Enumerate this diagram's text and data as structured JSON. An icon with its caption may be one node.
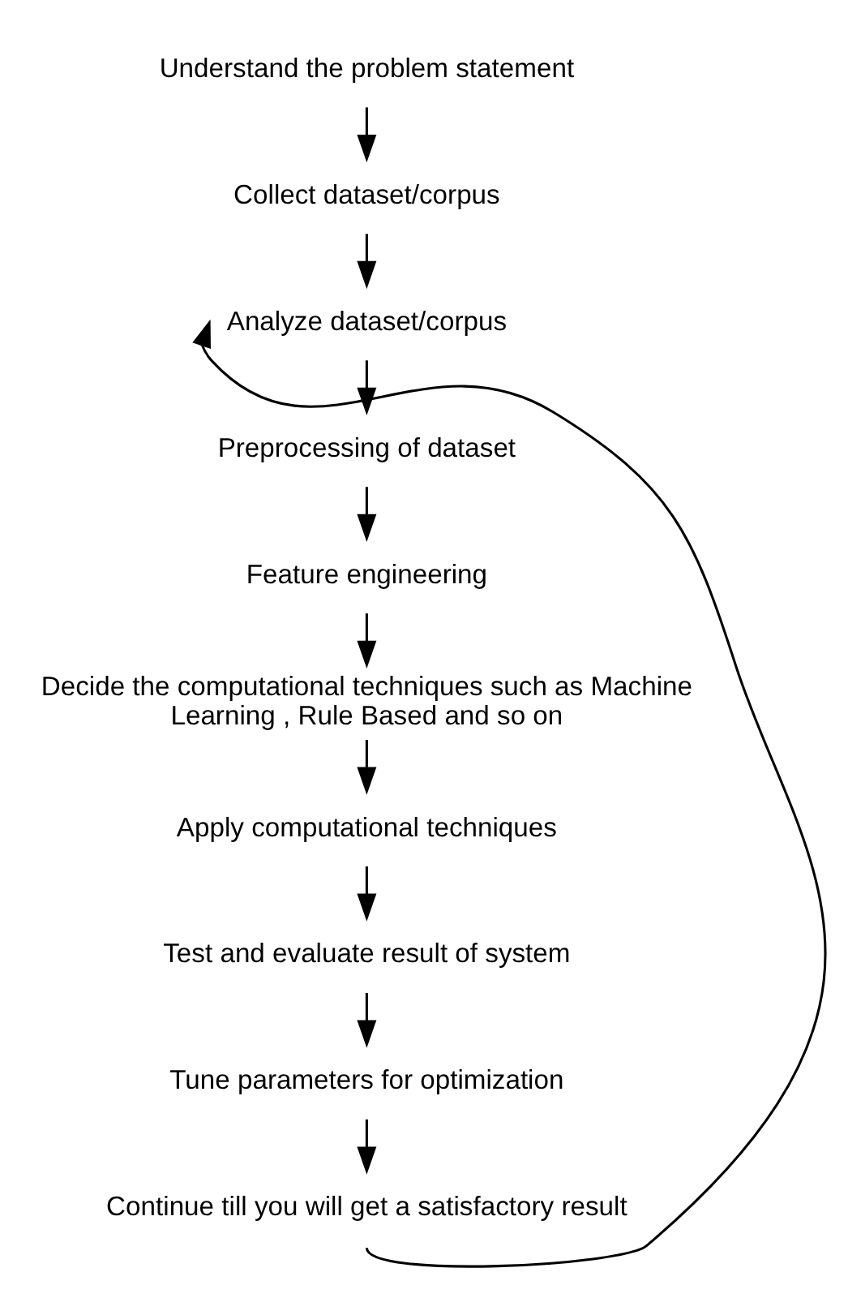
{
  "diagram": {
    "nodes": [
      {
        "text": [
          "Understand the problem statement"
        ]
      },
      {
        "text": [
          "Collect dataset/corpus"
        ]
      },
      {
        "text": [
          "Analyze dataset/corpus"
        ]
      },
      {
        "text": [
          "Preprocessing of dataset"
        ]
      },
      {
        "text": [
          "Feature engineering"
        ]
      },
      {
        "text": [
          "Decide the computational techniques such as Machine Learning , Rule Based and so on"
        ]
      },
      {
        "text": [
          "Apply computational techniques"
        ]
      },
      {
        "text": [
          "Test and evaluate result of system"
        ]
      },
      {
        "text": [
          "Tune parameters for optimization"
        ]
      },
      {
        "text": [
          "Continue till you will get a satisfactory result"
        ]
      }
    ],
    "edges": [
      {
        "from": 0,
        "to": 1,
        "arrow": "to"
      },
      {
        "from": 1,
        "to": 2,
        "arrow": "to"
      },
      {
        "from": 2,
        "to": 3,
        "arrow": "to"
      },
      {
        "from": 3,
        "to": 4,
        "arrow": "to"
      },
      {
        "from": 4,
        "to": 5,
        "arrow": "to"
      },
      {
        "from": 5,
        "to": 6,
        "arrow": "to"
      },
      {
        "from": 6,
        "to": 7,
        "arrow": "to"
      },
      {
        "from": 7,
        "to": 8,
        "arrow": "to"
      },
      {
        "from": 8,
        "to": 9,
        "arrow": "to"
      },
      {
        "from": 9,
        "to": 2,
        "arrow": "to"
      }
    ]
  }
}
